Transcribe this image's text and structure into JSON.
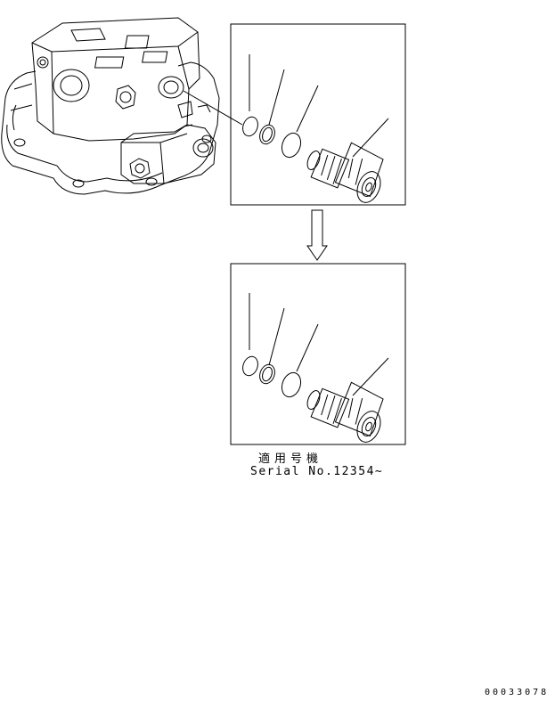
{
  "captions": {
    "applicable_label": "適用号機",
    "serial_text": "Serial No.12354~"
  },
  "document_id": "00033078",
  "colors": {
    "line": "#000000",
    "background": "#ffffff"
  }
}
